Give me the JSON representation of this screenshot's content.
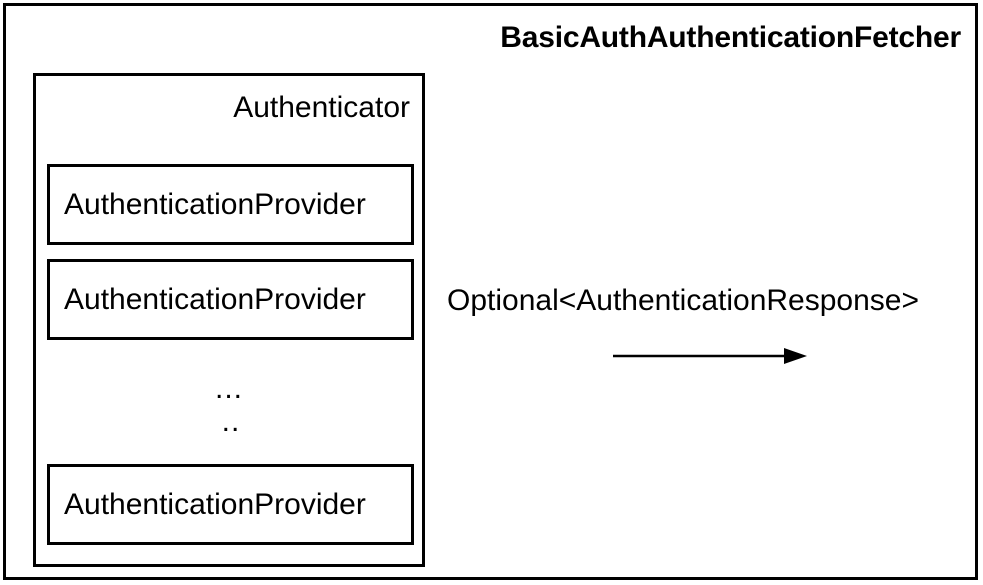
{
  "diagram": {
    "type": "component-block-diagram",
    "component": {
      "title": "BasicAuthAuthenticationFetcher"
    },
    "authenticator": {
      "title": "Authenticator",
      "providers": [
        {
          "label": "AuthenticationProvider"
        },
        {
          "label": "AuthenticationProvider"
        },
        {
          "label": "AuthenticationProvider"
        }
      ],
      "ellipsis": {
        "line1": "...",
        "line2": ".."
      }
    },
    "output": {
      "label": "Optional<AuthenticationResponse>",
      "arrow": {
        "direction": "right",
        "name": "flow-arrow"
      }
    },
    "colors": {
      "stroke": "#000000",
      "background": "#ffffff",
      "text": "#000000"
    }
  }
}
